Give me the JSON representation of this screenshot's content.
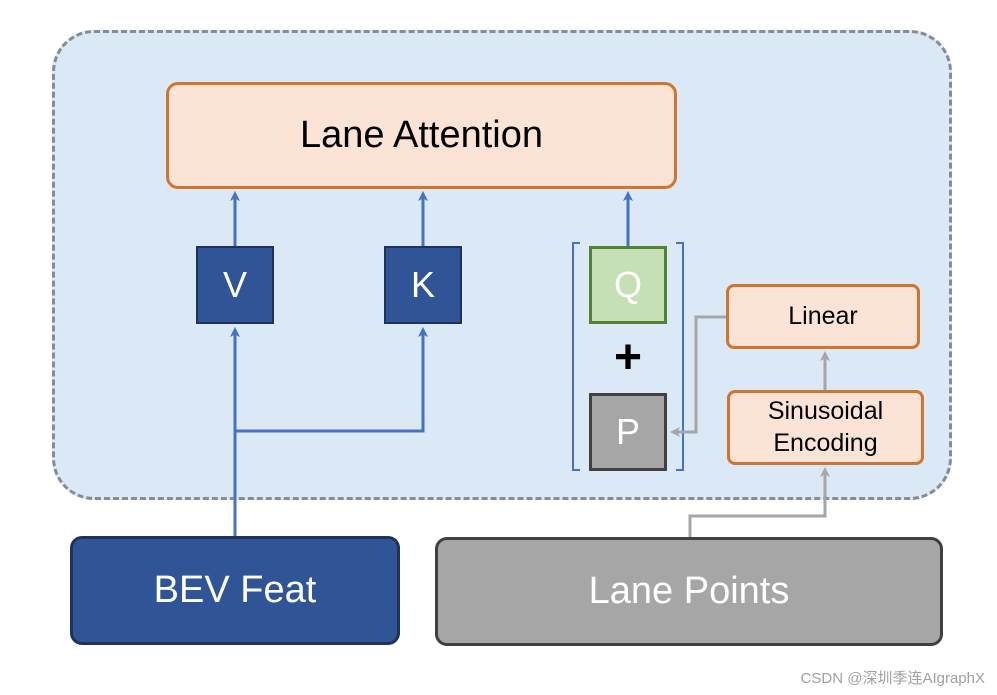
{
  "diagram": {
    "lane_attention": "Lane Attention",
    "v": "V",
    "k": "K",
    "q": "Q",
    "plus": "+",
    "p": "P",
    "linear": "Linear",
    "sinusoidal_line1": "Sinusoidal",
    "sinusoidal_line2": "Encoding",
    "bev_feat": "BEV Feat",
    "lane_points": "Lane Points"
  },
  "watermark": "CSDN @深圳季连AIgraphX",
  "colors": {
    "panel_bg": "#dbe8f5",
    "panel_border": "#868c93",
    "orange_fill": "#fbe4d6",
    "orange_border": "#d1742d",
    "blue": "#2f5597",
    "blue_arrow": "#4472c4",
    "green_fill": "#c5e0b4",
    "gray_fill": "#a6a6a6",
    "gray_arrow": "#a6a6a6"
  }
}
